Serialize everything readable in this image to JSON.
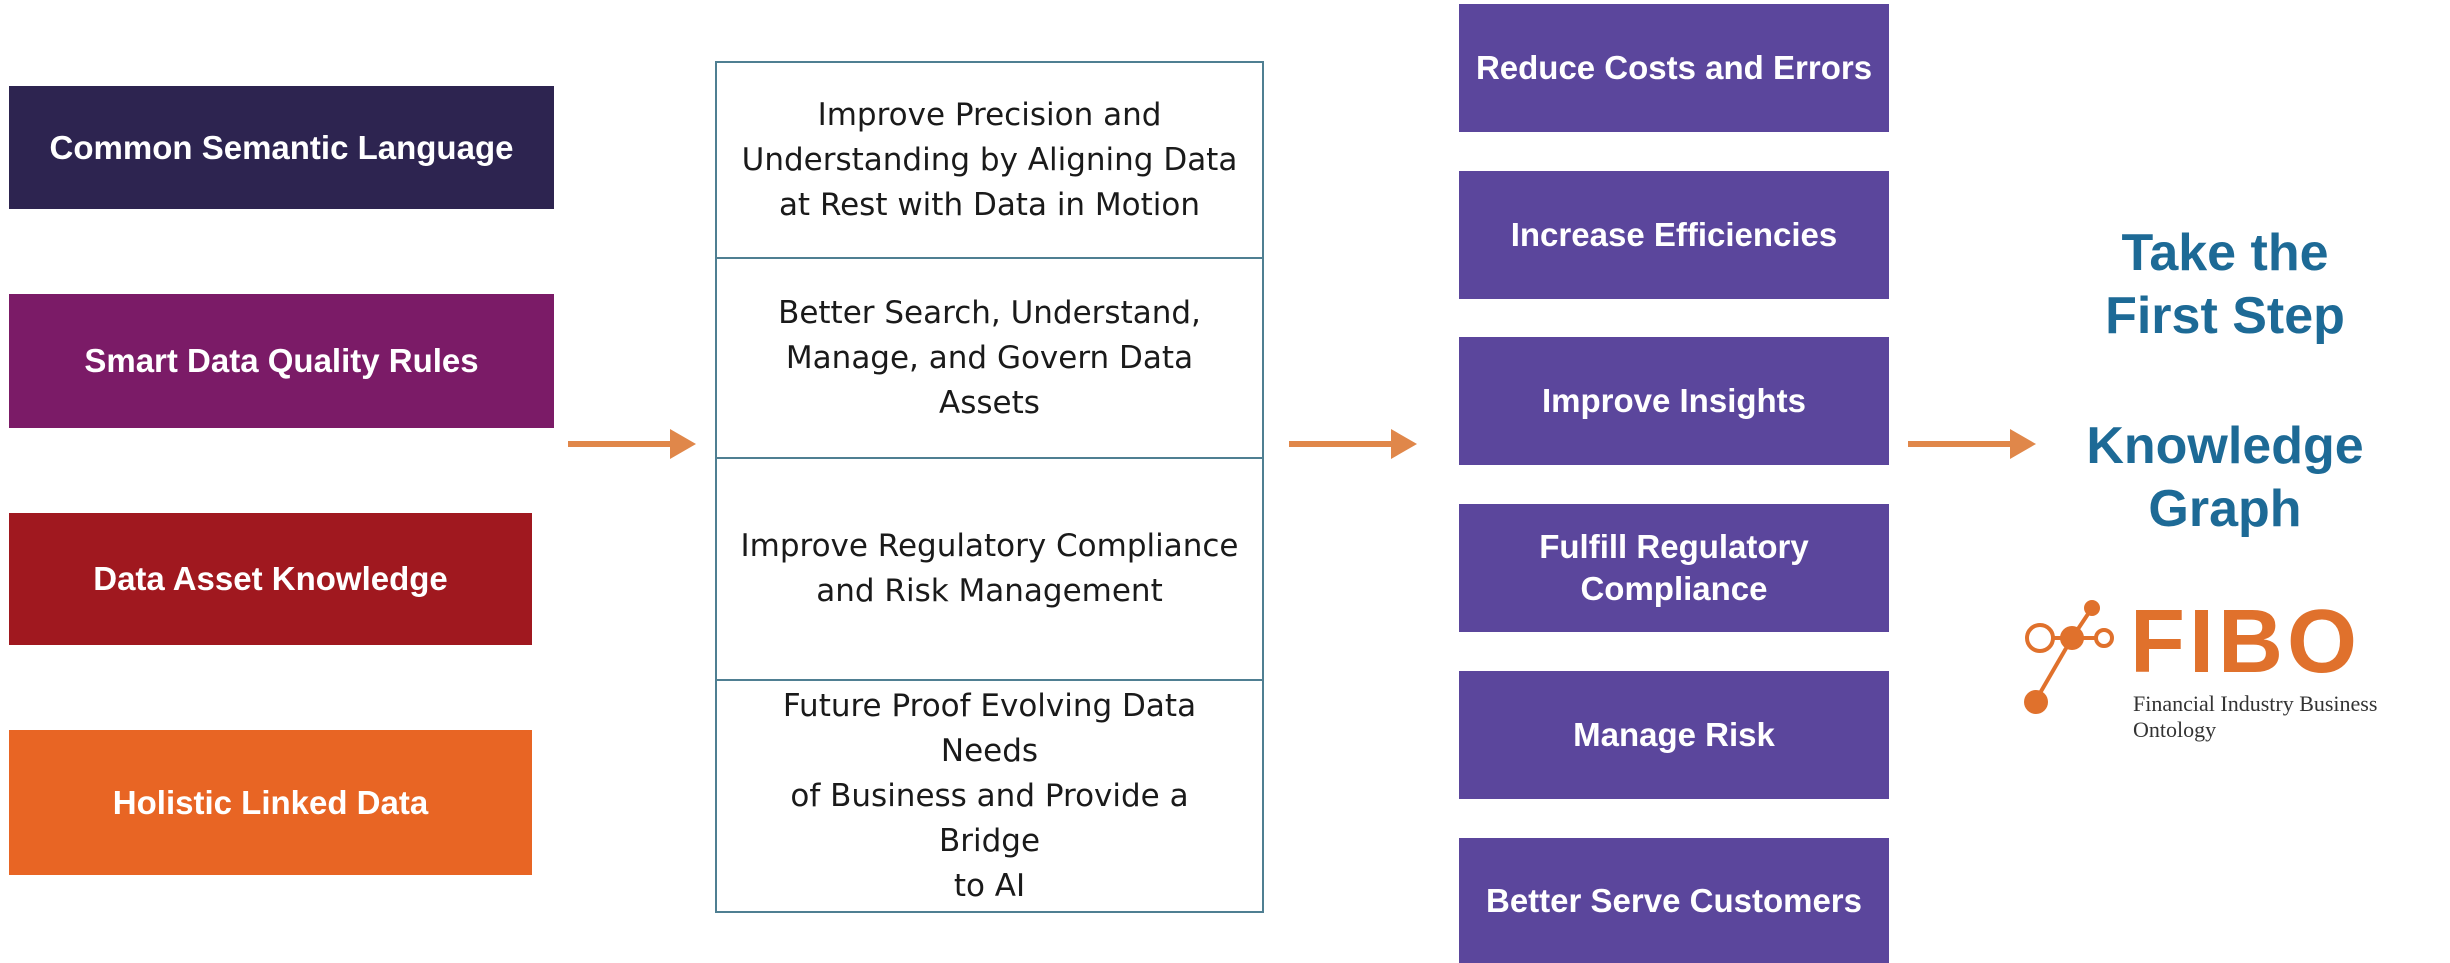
{
  "left_items": [
    {
      "label": "Common Semantic Language",
      "color": "#2d2450"
    },
    {
      "label": "Smart Data Quality Rules",
      "color": "#7b1b67"
    },
    {
      "label": "Data Asset Knowledge",
      "color": "#a0181f"
    },
    {
      "label": "Holistic Linked Data",
      "color": "#e86524"
    }
  ],
  "middle_items": [
    {
      "line1": "Improve Precision and",
      "line2": "Understanding by Aligning Data",
      "line3": "at Rest with Data in Motion"
    },
    {
      "line1": "Better Search, Understand,",
      "line2": "Manage, and Govern Data Assets",
      "line3": ""
    },
    {
      "line1": "Improve Regulatory Compliance",
      "line2": "and Risk Management",
      "line3": ""
    },
    {
      "line1": "Future Proof Evolving Data Needs",
      "line2": "of Business and Provide a Bridge",
      "line3": "to AI"
    }
  ],
  "right_items": [
    {
      "line1": "Reduce Costs and Errors",
      "line2": ""
    },
    {
      "line1": "Increase Efficiencies",
      "line2": ""
    },
    {
      "line1": "Improve Insights",
      "line2": ""
    },
    {
      "line1": "Fulfill Regulatory",
      "line2": "Compliance"
    },
    {
      "line1": "Manage Risk",
      "line2": ""
    },
    {
      "line1": "Better Serve Customers",
      "line2": ""
    }
  ],
  "callout": {
    "line1": "Take the",
    "line2": "First Step",
    "line3": "Knowledge",
    "line4": "Graph"
  },
  "logo": {
    "word": "FIBO",
    "tagline": "Financial Industry Business Ontology",
    "color": "#e0712c"
  },
  "colors": {
    "arrow": "#e0874a",
    "purple": "#5b469c",
    "callout": "#1d6a96",
    "table_border": "#4f7f92"
  },
  "icons": [
    "arrow-right-icon",
    "fibo-graph-icon"
  ]
}
